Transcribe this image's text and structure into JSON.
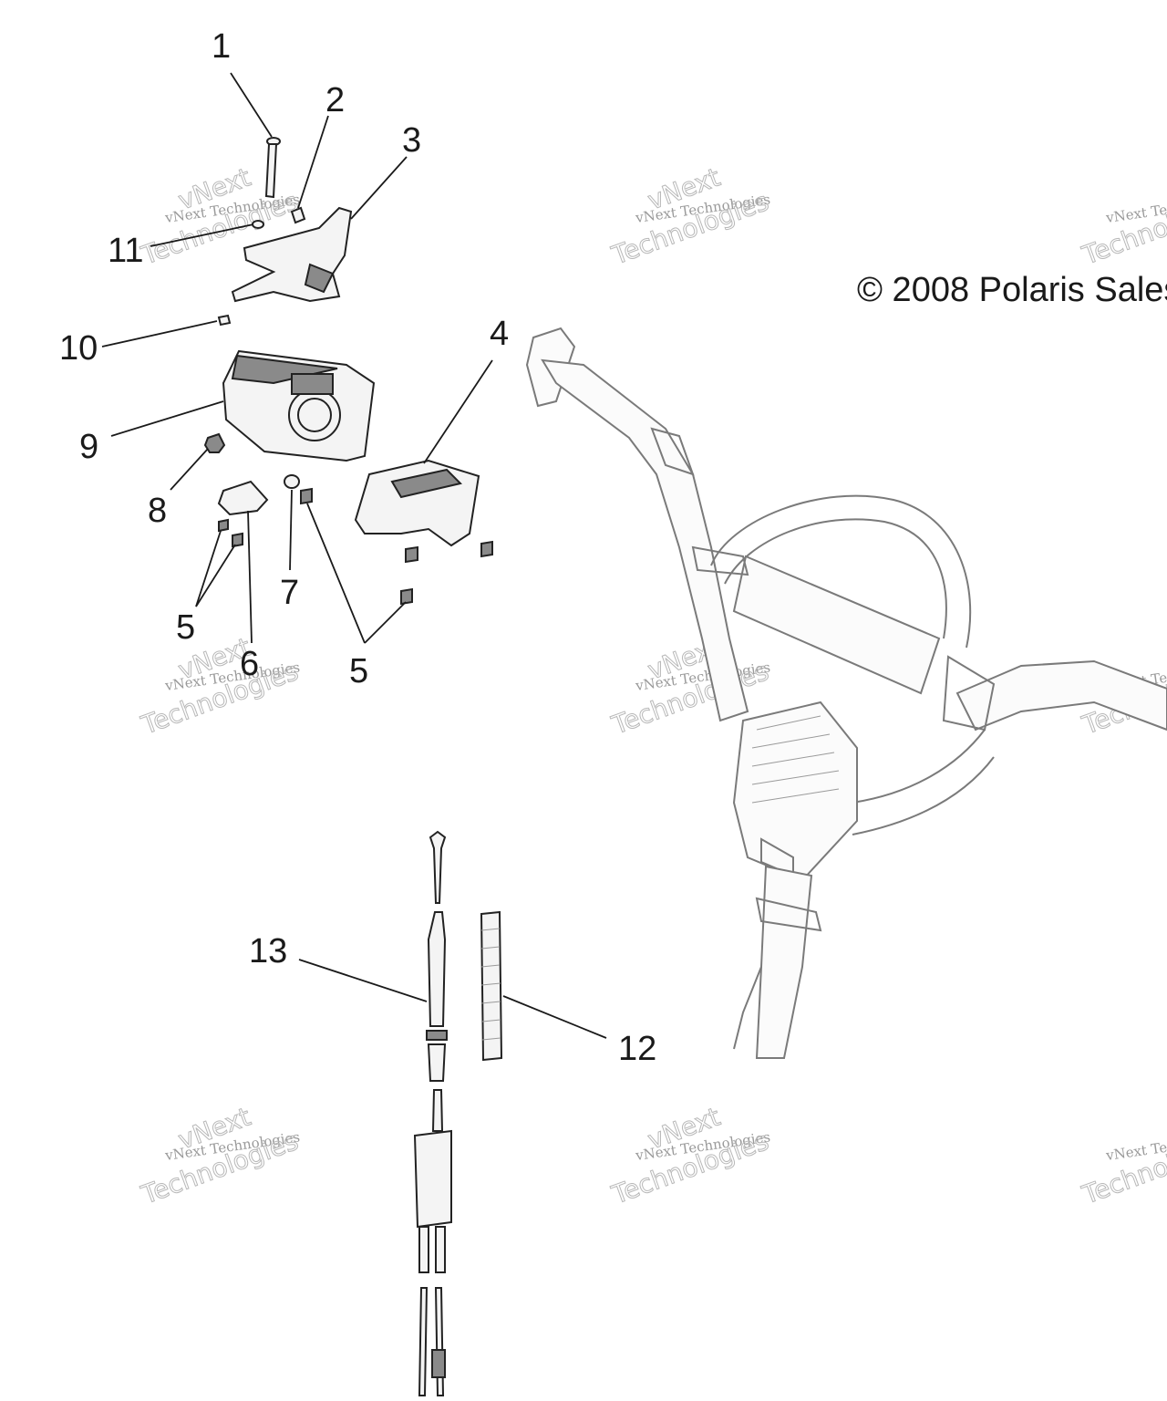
{
  "copyright": "© 2008 Polaris Sales",
  "watermark": {
    "line1": "vNext Technologies",
    "line2": "vNext",
    "line3": "Technologies"
  },
  "callouts": {
    "c1": "1",
    "c2": "2",
    "c3": "3",
    "c4": "4",
    "c5a": "5",
    "c5b": "5",
    "c6": "6",
    "c7": "7",
    "c8": "8",
    "c9": "9",
    "c10": "10",
    "c11": "11",
    "c12": "12",
    "c13": "13"
  }
}
